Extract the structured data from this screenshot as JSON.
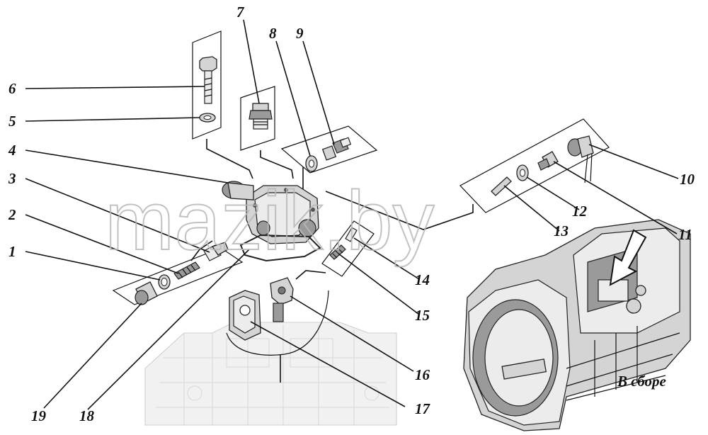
{
  "callouts": [
    "1",
    "2",
    "3",
    "4",
    "5",
    "6",
    "7",
    "8",
    "9",
    "10",
    "11",
    "12",
    "13",
    "14",
    "15",
    "16",
    "17",
    "18",
    "19"
  ],
  "assembly_label": "В сборе",
  "watermark": "mazik.by"
}
